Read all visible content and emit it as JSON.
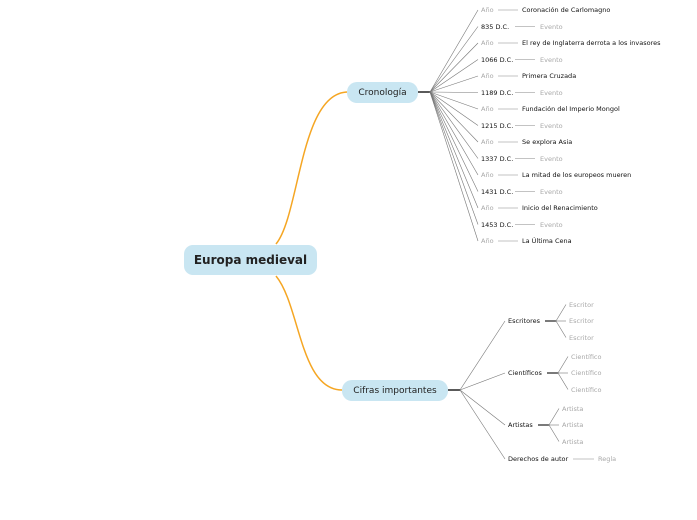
{
  "root": {
    "label": "Europa medieval"
  },
  "cronologia": {
    "label": "Cronología",
    "items": [
      {
        "key": "Año",
        "value": "Coronación de Carlomagno"
      },
      {
        "key": "835 D.C.",
        "value": "Evento"
      },
      {
        "key": "Año",
        "value": "El rey de Inglaterra derrota a los invasores"
      },
      {
        "key": "1066 D.C.",
        "value": "Evento"
      },
      {
        "key": "Año",
        "value": "Primera Cruzada"
      },
      {
        "key": "1189 D.C.",
        "value": "Evento"
      },
      {
        "key": "Año",
        "value": "Fundación del Imperio Mongol"
      },
      {
        "key": "1215 D.C.",
        "value": "Evento"
      },
      {
        "key": "Año",
        "value": "Se explora Asia"
      },
      {
        "key": "1337 D.C.",
        "value": "Evento"
      },
      {
        "key": "Año",
        "value": "La mitad de los europeos mueren"
      },
      {
        "key": "1431 D.C.",
        "value": "Evento"
      },
      {
        "key": "Año",
        "value": "Inicio del Renacimiento"
      },
      {
        "key": "1453 D.C.",
        "value": "Evento"
      },
      {
        "key": "Año",
        "value": "La Última Cena"
      }
    ]
  },
  "cifras": {
    "label": "Cifras importantes",
    "groups": [
      {
        "label": "Escritores",
        "children": [
          "Escritor",
          "Escritor",
          "Escritor"
        ]
      },
      {
        "label": "Científicos",
        "children": [
          "Científico",
          "Científico",
          "Científico"
        ]
      },
      {
        "label": "Artistas",
        "children": [
          "Artista",
          "Artista",
          "Artista"
        ]
      },
      {
        "label": "Derechos de autor",
        "children": [
          "Regla"
        ]
      }
    ]
  },
  "colors": {
    "branch": "#f5a623",
    "node_fill": "#c9e6f2",
    "line": "#777777",
    "muted_text": "#a8a8a8"
  }
}
